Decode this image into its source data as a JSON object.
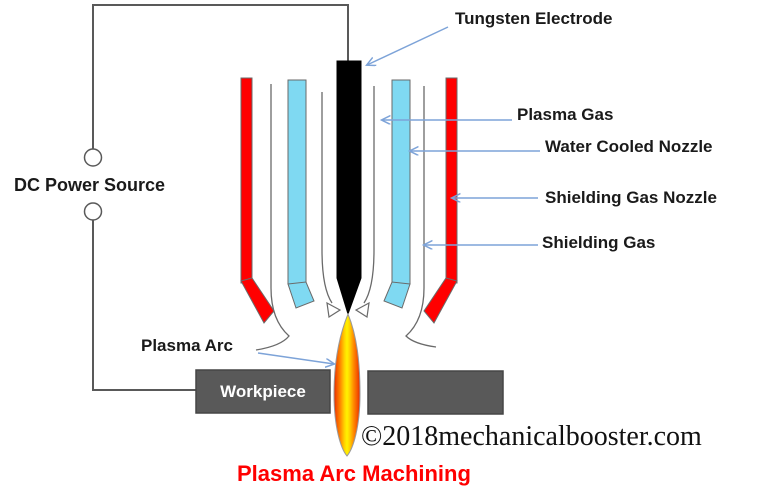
{
  "diagram": {
    "title": "Plasma Arc Machining",
    "watermark": "©2018mechanicalbooster.com",
    "labels": {
      "tungsten_electrode": "Tungsten Electrode",
      "plasma_gas": "Plasma Gas",
      "water_cooled_nozzle": "Water Cooled Nozzle",
      "shielding_gas_nozzle": "Shielding Gas Nozzle",
      "shielding_gas": "Shielding Gas",
      "dc_power_source": "DC Power Source",
      "plasma_arc": "Plasma Arc",
      "workpiece": "Workpiece"
    },
    "colors": {
      "shielding_nozzle_red": "#FF0000",
      "water_cooled_cyan": "#7FD9F2",
      "electrode_black": "#000000",
      "workpiece_gray": "#595959",
      "label_arrow_blue": "#7DA3D8",
      "wire_gray": "#595959",
      "outline_gray": "#6a6a6a",
      "title_red": "#FF0000",
      "flame_core_yellow": "#FFF200",
      "flame_edge_red": "#E02800"
    }
  }
}
